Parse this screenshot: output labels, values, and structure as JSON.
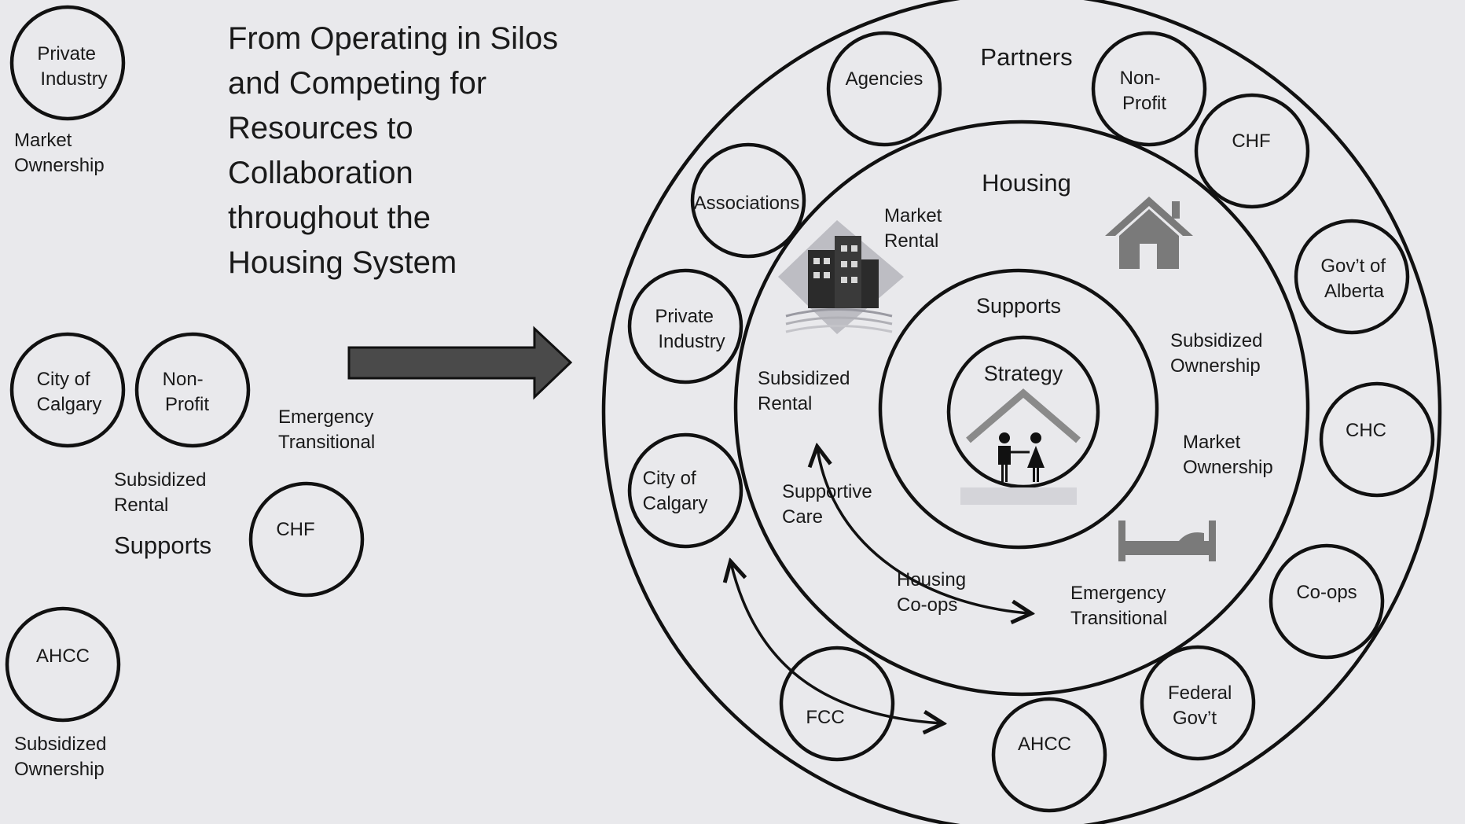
{
  "title_lines": [
    "From Operating in Silos",
    "and Competing for",
    "Resources to",
    "Collaboration",
    "throughout the",
    "Housing System"
  ],
  "left": {
    "private_industry": [
      "Private",
      "Industry"
    ],
    "market_ownership": [
      "Market",
      "Ownership"
    ],
    "city_of_calgary": [
      "City of",
      "Calgary"
    ],
    "non_profit": [
      "Non-",
      "Profit"
    ],
    "emergency_transitional": [
      "Emergency",
      "Transitional"
    ],
    "subsidized_rental": [
      "Subsidized",
      "Rental"
    ],
    "supports": "Supports",
    "chf": "CHF",
    "ahcc": "AHCC",
    "subsidized_ownership": [
      "Subsidized",
      "Ownership"
    ]
  },
  "rings": {
    "partners": "Partners",
    "housing": "Housing",
    "supports": "Supports",
    "strategy": "Strategy"
  },
  "partners": {
    "agencies": [
      "Agencies"
    ],
    "non_profit": [
      "Non-",
      "Profit"
    ],
    "chf": [
      "CHF"
    ],
    "gov_alberta": [
      "Gov’t of",
      "Alberta"
    ],
    "chc": [
      "CHC"
    ],
    "coops": [
      "Co-ops"
    ],
    "federal_govt": [
      "Federal",
      "Gov’t"
    ],
    "ahcc": [
      "AHCC"
    ],
    "fcc": [
      "FCC"
    ],
    "city_of_calgary": [
      "City of",
      "Calgary"
    ],
    "private_industry": [
      "Private",
      "Industry"
    ],
    "associations": [
      "Associations"
    ]
  },
  "housing_types": {
    "market_rental": [
      "Market",
      "Rental"
    ],
    "subsidized_rental": [
      "Subsidized",
      "Rental"
    ],
    "subsidized_ownership": [
      "Subsidized",
      "Ownership"
    ],
    "market_ownership": [
      "Market",
      "Ownership"
    ],
    "supportive_care": [
      "Supportive",
      "Care"
    ],
    "housing_coops": [
      "Housing",
      "Co-ops"
    ],
    "emergency_transitional": [
      "Emergency",
      "Transitional"
    ]
  },
  "icons": [
    "apartment-building-icon",
    "house-icon",
    "family-home-icon",
    "bed-icon",
    "right-arrow-icon"
  ],
  "colors": {
    "line": "#111111",
    "background": "#e9e9ec",
    "icon_gray": "#7a7a7a",
    "arrow_fill": "#4a4a4a"
  }
}
